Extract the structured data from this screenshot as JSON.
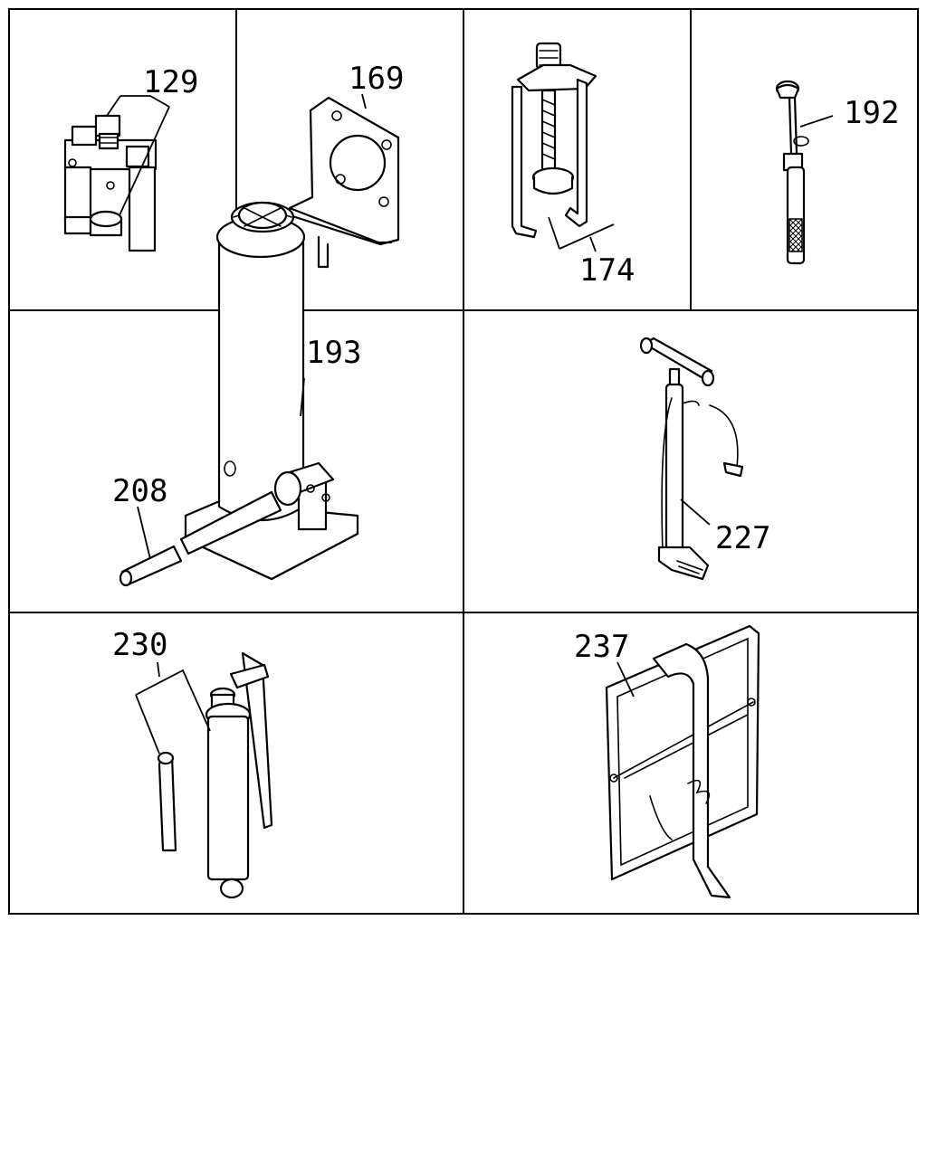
{
  "callouts": {
    "c129": "129",
    "c169": "169",
    "c174": "174",
    "c192": "192",
    "c193": "193",
    "c208": "208",
    "c227": "227",
    "c230": "230",
    "c237": "237"
  }
}
